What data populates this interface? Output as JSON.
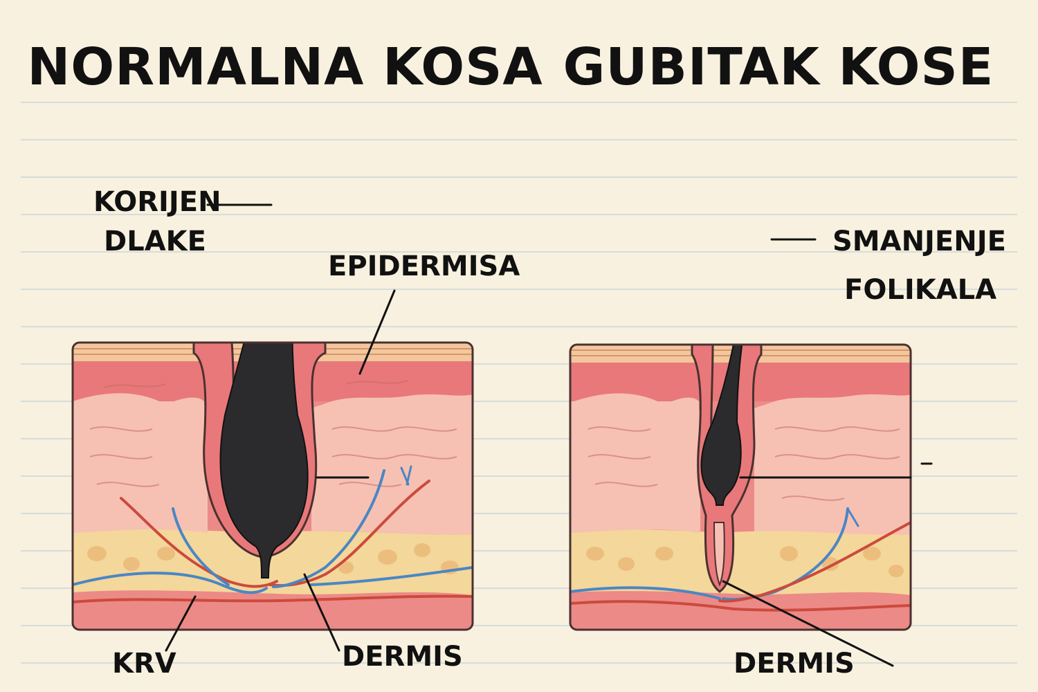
{
  "titles": {
    "left": "NORMALNA KOSA",
    "right": "GUBITAK KOSE"
  },
  "labels": {
    "root_line1": "KORIJEN",
    "root_line2": "DLAKE",
    "epidermis": "EPIDERMISA",
    "blood": "KRV",
    "dermis_left": "DERMIS",
    "shrink_line1": "SMANJENJE",
    "shrink_line2": "FOLIKALA",
    "dermis_right": "DERMIS"
  },
  "colors": {
    "background": "#f8f1df",
    "stratum": "#f3c79d",
    "epidermis": "#e9787a",
    "dermis": "#f6c1b3",
    "fat": "#f4d79a",
    "bottom_layer": "#ec8a87",
    "hair": "#2b2b2d",
    "artery": "#cc4a3c",
    "vein": "#4a86c4"
  }
}
